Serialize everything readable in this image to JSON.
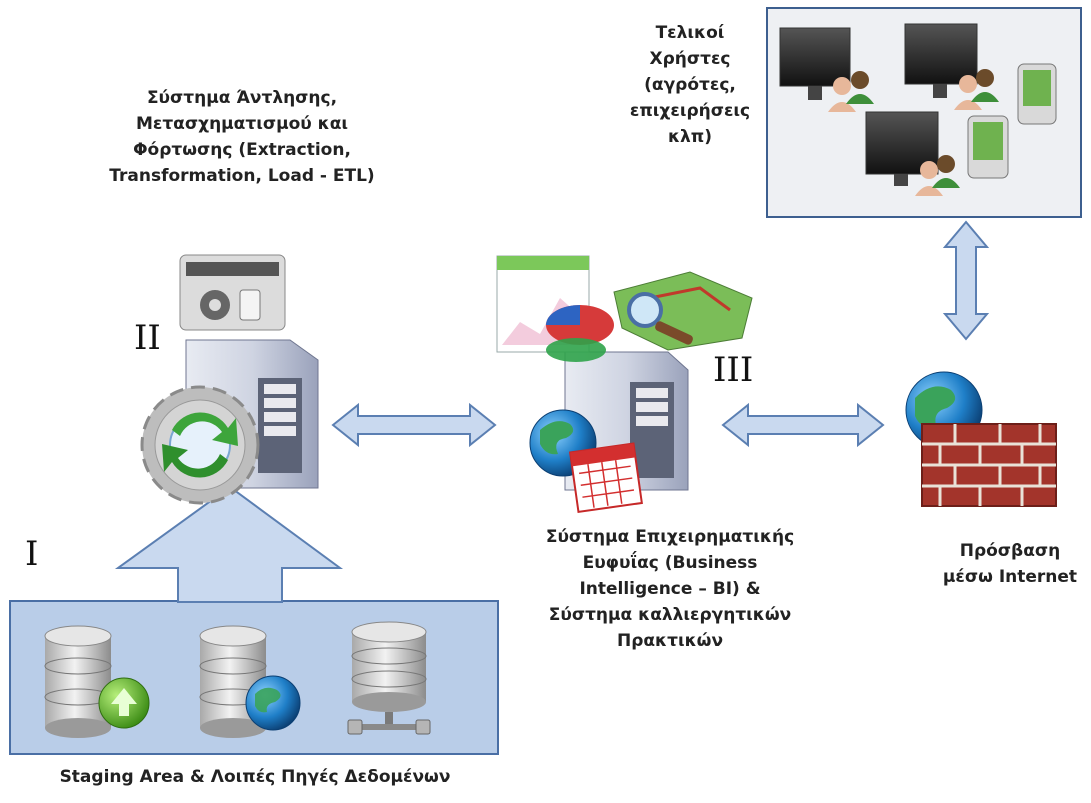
{
  "labels": {
    "etl": "Σύστημα Άντλησης,\nΜετασχηματισμού και\nΦόρτωσης (Extraction,\nTransformation, Load - ETL)",
    "end_users": "Τελικοί\nΧρήστες\n(αγρότες,\nεπιχειρήσεις\nκλπ)",
    "bi": "Σύστημα Επιχειρηματικής\nΕυφυΐας (Business\nIntelligence – BI) &\nΣύστημα καλλιεργητικών\nΠρακτικών",
    "internet": "Πρόσβαση\nμέσω Internet",
    "sources": "Staging Area &  Λοιπές Πηγές Δεδομένων"
  },
  "markers": {
    "one": "I",
    "two": "II",
    "three": "III"
  },
  "colors": {
    "arrow_fill": "#c9d9ef",
    "arrow_stroke": "#5b7fb2",
    "panel_fill": "#b9cde8",
    "panel_stroke": "#4a6fa5",
    "users_panel_fill": "#eef0f3",
    "users_panel_stroke": "#3d5f8f"
  },
  "icons": {
    "etl_server": "server-with-sync-gear-icon",
    "bi_server": "server-with-charts-globe-calendar-icon",
    "internet": "globe-firewall-icon",
    "users": "computers-users-phones-icon",
    "db1": "database-upload-icon",
    "db2": "database-globe-icon",
    "db3": "database-network-icon"
  }
}
